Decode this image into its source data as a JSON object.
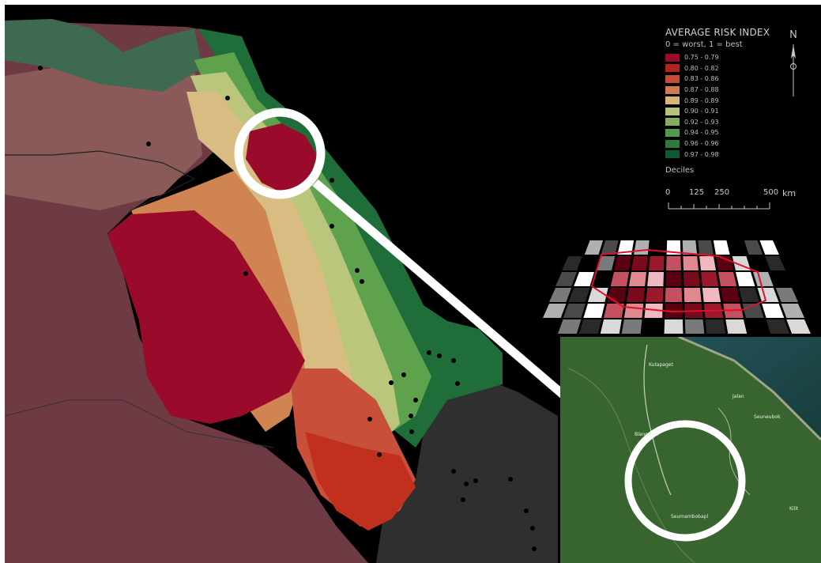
{
  "legend": {
    "title": "AVERAGE RISK INDEX",
    "subtitle": "0 = worst, 1 = best",
    "classes": [
      {
        "label": "0.75 - 0.79",
        "color": "#9a0a2a"
      },
      {
        "label": "0.80 - 0.82",
        "color": "#b5231f"
      },
      {
        "label": "0.83 - 0.86",
        "color": "#c84a35"
      },
      {
        "label": "0.87 - 0.88",
        "color": "#d07a4e"
      },
      {
        "label": "0.89 - 0.89",
        "color": "#d6b47a"
      },
      {
        "label": "0.90 - 0.91",
        "color": "#b6c47a"
      },
      {
        "label": "0.92 - 0.93",
        "color": "#86ad5c"
      },
      {
        "label": "0.94 - 0.95",
        "color": "#549a4c"
      },
      {
        "label": "0.96 - 0.96",
        "color": "#2c7a3c"
      },
      {
        "label": "0.97 - 0.98",
        "color": "#0f5b31"
      }
    ],
    "classification": "Deciles"
  },
  "scale_bar": {
    "ticks": [
      "0",
      "125",
      "250",
      "500"
    ],
    "unit": "km"
  },
  "satellite_inset": {
    "place_labels": [
      "Kutapaget",
      "Blangmee",
      "Seuneubok",
      "Jalan",
      "Seumambobapl",
      "Kilit"
    ]
  },
  "colors": {
    "highlight_ring": "#ffffff",
    "outline": "#e0102a",
    "ocean": "#000000",
    "neighbor_land": "#6e3a44"
  }
}
